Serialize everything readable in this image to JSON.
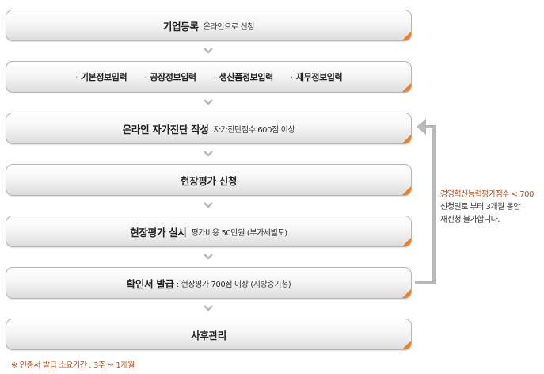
{
  "steps": [
    {
      "main": "기업등록",
      "sub": "온라인으로 신청"
    },
    {
      "items": [
        "기본정보입력",
        "공장정보입력",
        "생산품정보입력",
        "재무정보입력"
      ]
    },
    {
      "main": "온라인 자가진단 작성",
      "sub": "자가진단점수 600점 이상"
    },
    {
      "main": "현장평가 신청"
    },
    {
      "main": "현장평가 실시",
      "sub": "평가비용 50만원 (부가세별도)"
    },
    {
      "main": "확인서 발급",
      "sub": ": 현장평가 700점 이상 (지방중기청)"
    },
    {
      "main": "사후관리"
    }
  ],
  "side_note": {
    "line1": "경영혁신능력평가점수 < 700",
    "line2": "신청일로 부터 3개월 동안",
    "line3": "재신청 불가합니다."
  },
  "footer_note": "※ 인증서 발급 소요기간 : 3주 ~ 1개월",
  "colors": {
    "accent": "#ef7d22",
    "note_text": "#b5501f",
    "arrow": "#b8b8b8",
    "border": "#b5b5b5"
  }
}
